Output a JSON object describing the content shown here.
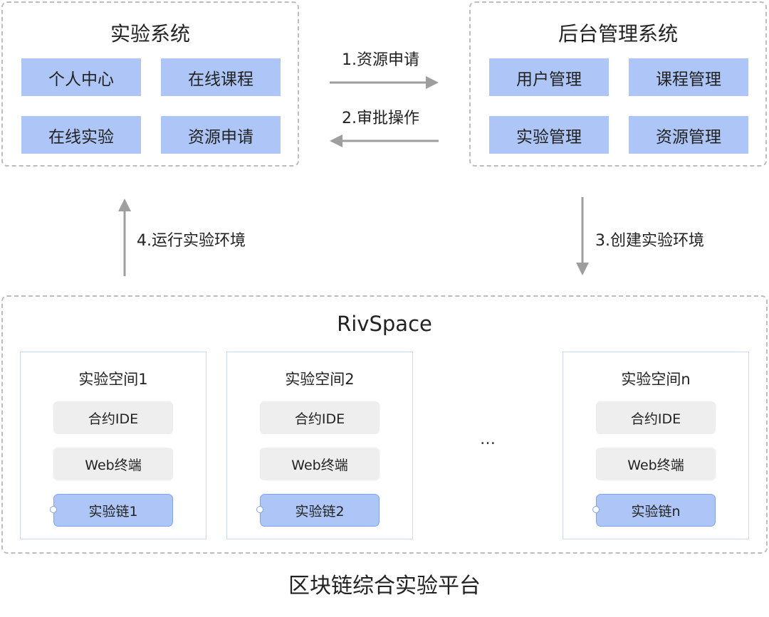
{
  "experiment_system": {
    "title": "实验系统",
    "tiles": [
      "个人中心",
      "在线课程",
      "在线实验",
      "资源申请"
    ]
  },
  "admin_system": {
    "title": "后台管理系统",
    "tiles": [
      "用户管理",
      "课程管理",
      "实验管理",
      "资源管理"
    ]
  },
  "flows": {
    "step1": "1.资源申请",
    "step2": "2.审批操作",
    "step3": "3.创建实验环境",
    "step4": "4.运行实验环境"
  },
  "rivspace": {
    "title": "RivSpace",
    "spaces": [
      {
        "title": "实验空间1",
        "ide": "合约IDE",
        "terminal": "Web终端",
        "chain": "实验链1"
      },
      {
        "title": "实验空间2",
        "ide": "合约IDE",
        "terminal": "Web终端",
        "chain": "实验链2"
      },
      {
        "title": "实验空间n",
        "ide": "合约IDE",
        "terminal": "Web终端",
        "chain": "实验链n"
      }
    ],
    "ellipsis": "…"
  },
  "footer": {
    "title": "区块链综合实验平台"
  },
  "colors": {
    "tile_blue": "#aec6f7",
    "tile_gray": "#eeeeee",
    "arrow_gray": "#9e9e9e",
    "dashed_border": "#bdbdbd"
  }
}
